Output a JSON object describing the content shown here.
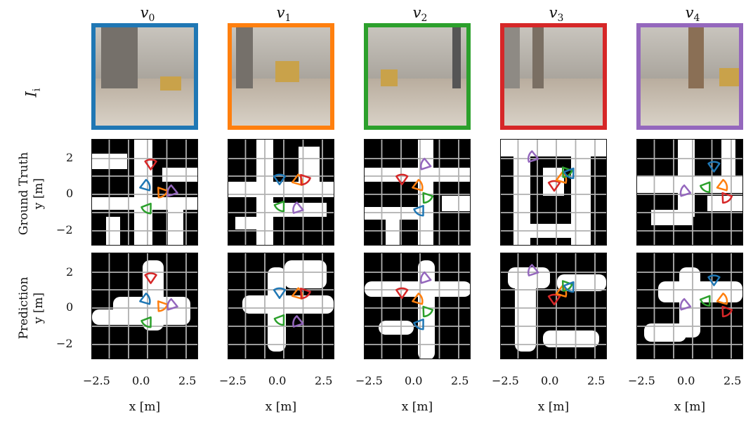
{
  "column_headers": [
    {
      "base": "v",
      "sub": "0"
    },
    {
      "base": "v",
      "sub": "1"
    },
    {
      "base": "v",
      "sub": "2"
    },
    {
      "base": "v",
      "sub": "3"
    },
    {
      "base": "v",
      "sub": "4"
    }
  ],
  "row_labels": {
    "image_base": "I",
    "image_sub": "i",
    "ground_truth_line1": "Ground Truth",
    "ground_truth_line2": "y [m]",
    "prediction_line1": "Prediction",
    "prediction_line2": "y [m]"
  },
  "axes": {
    "xlabel": "x [m]",
    "x_ticks": [
      "−2.5",
      "0.0",
      "2.5"
    ],
    "y_ticks": [
      "2",
      "0",
      "−2"
    ]
  },
  "colors": {
    "v0": "#1f77b4",
    "v1": "#ff7f0e",
    "v2": "#2ca02c",
    "v3": "#d62728",
    "v4": "#9467bd",
    "grid": "#b0b0b0"
  }
}
